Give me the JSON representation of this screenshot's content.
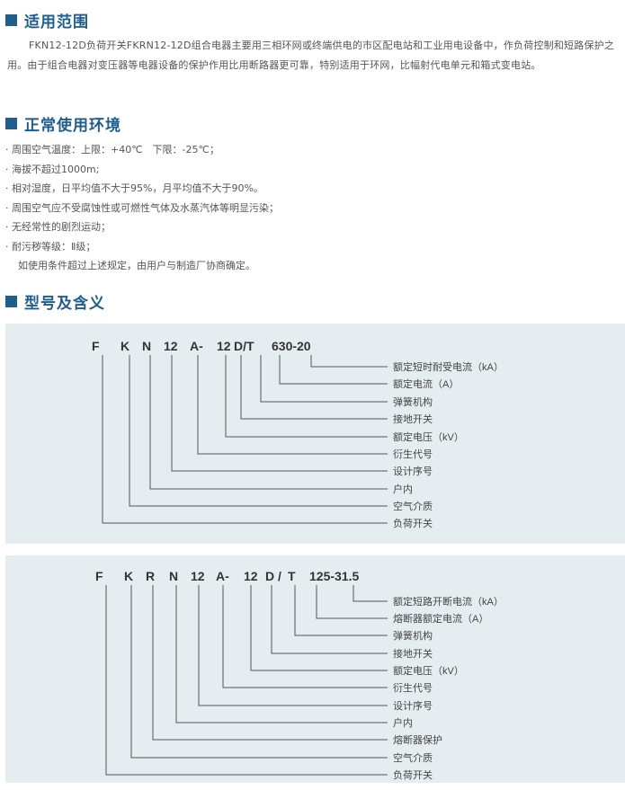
{
  "sections": {
    "scope": {
      "title": "适用范围",
      "text": "FKN12-12D负荷开关FKRN12-12D组合电器主要用三相环网或终端供电的市区配电站和工业用电设备中，作负荷控制和短路保护之用。由于组合电器对变压器等电器设备的保护作用比用断路器更可靠，特别适用于环网，比幅射代电单元和箱式变电站。"
    },
    "environment": {
      "title": "正常使用环境",
      "items": [
        "· 周围空气温度：上限：+40℃　下限：-25℃；",
        "· 海拔不超过1000m;",
        "· 相对湿度，日平均值不大于95%，月平均值不大于90%。",
        "· 周围空气应不受腐蚀性或可燃性气体及水蒸汽体等明显污染；",
        "· 无经常性的剧烈运动；",
        "· 耐污秽等级：Ⅱ级；"
      ],
      "note": "如使用条件超过上述规定，由用户与制造厂协商确定。"
    },
    "model": {
      "title": "型号及含义"
    }
  },
  "diagrams": [
    {
      "codes": [
        "F",
        "K",
        "N",
        "12",
        "A-",
        "12",
        "D/T",
        "630-20"
      ],
      "labels": [
        "额定短时耐受电流（kA）",
        "额定电流（A）",
        "弹簧机构",
        "接地开关",
        "额定电压（kV）",
        "衍生代号",
        "设计序号",
        "户内",
        "空气介质",
        "负荷开关"
      ]
    },
    {
      "codes": [
        "F",
        "K",
        "R",
        "N",
        "12",
        "A-",
        "12",
        "D",
        "/",
        "T",
        "125-31.5"
      ],
      "labels": [
        "额定短路开断电流（kA）",
        "熔断器额定电流（A）",
        "弹簧机构",
        "接地开关",
        "额定电压（kV）",
        "衍生代号",
        "设计序号",
        "户内",
        "熔断器保护",
        "空气介质",
        "负荷开关"
      ]
    }
  ],
  "colors": {
    "heading": "#1f5d8c",
    "panel": "#e6edf1"
  }
}
